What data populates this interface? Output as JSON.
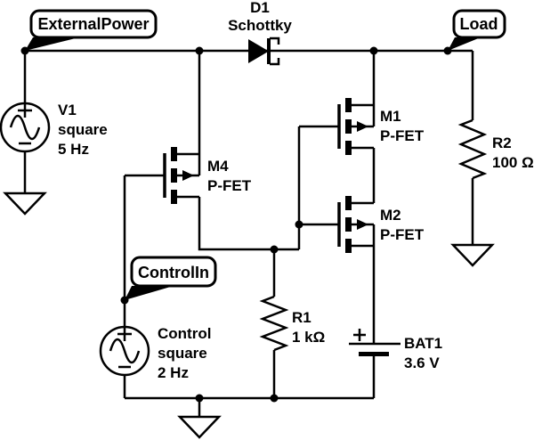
{
  "colors": {
    "ink": "#000000",
    "paper": "#ffffff"
  },
  "net_labels": {
    "external_power": "ExternalPower",
    "load": "Load",
    "control_in": "ControlIn"
  },
  "components": {
    "v1": {
      "ref": "V1",
      "kind": "square",
      "value": "5 Hz"
    },
    "control_source": {
      "ref": "Control",
      "kind": "square",
      "value": "2 Hz"
    },
    "d1": {
      "ref": "D1",
      "kind": "Schottky"
    },
    "m4": {
      "ref": "M4",
      "kind": "P-FET"
    },
    "m1": {
      "ref": "M1",
      "kind": "P-FET"
    },
    "m2": {
      "ref": "M2",
      "kind": "P-FET"
    },
    "r1": {
      "ref": "R1",
      "value": "1 kΩ"
    },
    "r2": {
      "ref": "R2",
      "value": "100 Ω"
    },
    "bat1": {
      "ref": "BAT1",
      "value": "3.6 V"
    }
  }
}
